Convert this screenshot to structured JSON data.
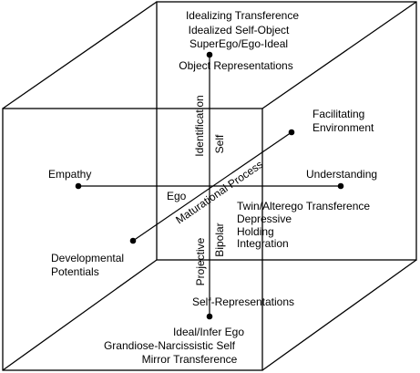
{
  "top": {
    "lines": [
      "Idealizing Transference",
      "Idealized Self-Object",
      "SuperEgo/Ego-Ideal"
    ],
    "object_representations": "Object Representations"
  },
  "vertical_labels": {
    "identification": "Identification",
    "self": "Self",
    "projective": "Projective",
    "bipolar": "Bipolar"
  },
  "horizontal": {
    "empathy": "Empathy",
    "understanding": "Understanding"
  },
  "diagonal": {
    "facilitating": [
      "Facilitating",
      "Environment"
    ],
    "developmental": [
      "Developmental",
      "Potentials"
    ],
    "maturational_process": "Maturational Process"
  },
  "center": {
    "ego": "Ego"
  },
  "right_list": [
    "Twin/Alterego Transference",
    "Depressive",
    "Holding",
    "Integration"
  ],
  "bottom": {
    "self_representations": "Self-Representations",
    "lines": [
      "Ideal/Infer Ego",
      "Grandiose-Narcissistic Self",
      "Mirror Transference"
    ]
  }
}
